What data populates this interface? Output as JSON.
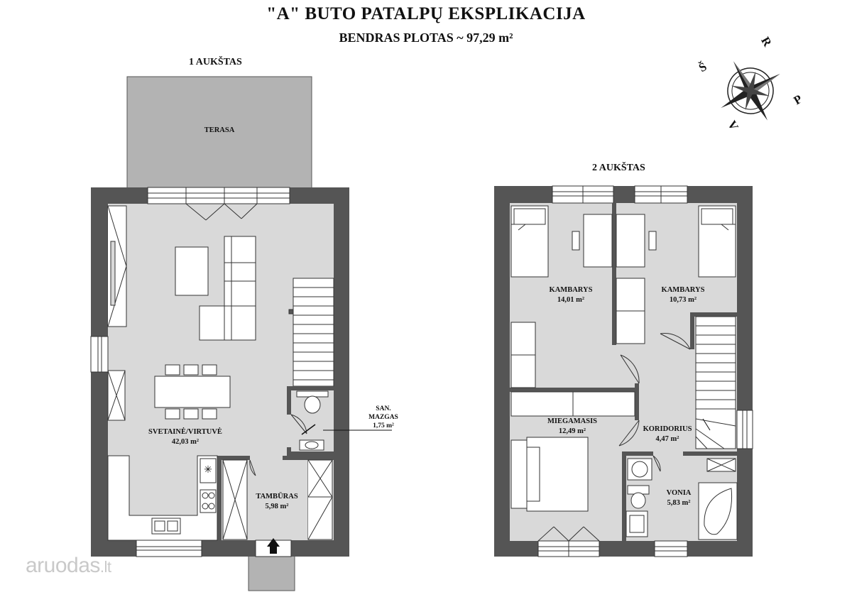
{
  "header": {
    "title": "\"A\" BUTO PATALPŲ EKSPLIKACIJA",
    "subtitle": "BENDRAS PLOTAS ~ 97,29 m²"
  },
  "floor1": {
    "title": "1 AUKŠTAS",
    "terrace": "TERASA",
    "living": {
      "name": "SVETAINĖ/VIRTUVĖ",
      "area": "42,03 m²"
    },
    "bath": {
      "name_line1": "SAN.",
      "name_line2": "MAZGAS",
      "area": "1,75 m²"
    },
    "vestibule": {
      "name": "TAMBŪRAS",
      "area": "5,98 m²"
    }
  },
  "floor2": {
    "title": "2 AUKŠTAS",
    "room1": {
      "name": "KAMBARYS",
      "area": "14,01 m²"
    },
    "room2": {
      "name": "KAMBARYS",
      "area": "10,73 m²"
    },
    "bedroom": {
      "name": "MIEGAMASIS",
      "area": "12,49 m²"
    },
    "corridor": {
      "name": "KORIDORIUS",
      "area": "4,47 m²"
    },
    "bathroom": {
      "name": "VONIA",
      "area": "5,83 m²"
    }
  },
  "compass": {
    "north": "Š",
    "east": "R",
    "south": "P",
    "west": "V"
  },
  "watermark": {
    "brand": "aruodas",
    "tld": ".lt"
  },
  "colors": {
    "wall": "#555555",
    "floor": "#d9d9d9",
    "terrace": "#b3b3b3",
    "outline": "#333333"
  }
}
